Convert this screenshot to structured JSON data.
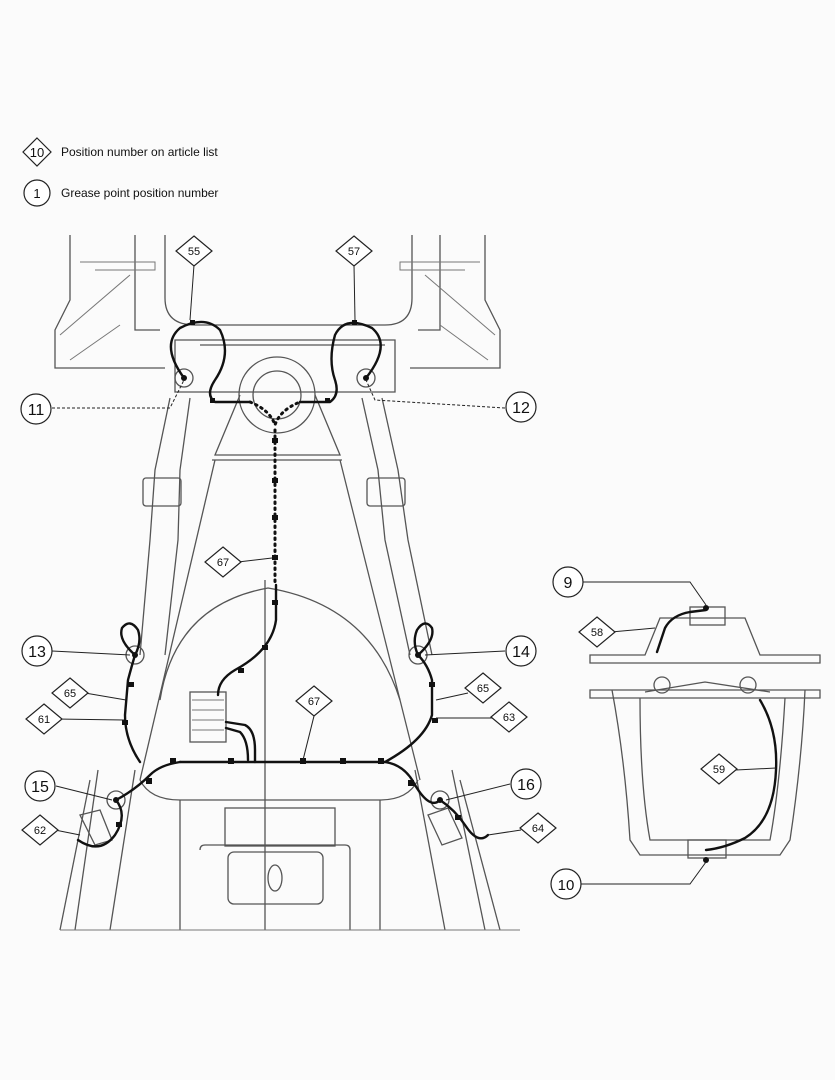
{
  "legend": {
    "article": {
      "symbol": "10",
      "text": "Position number on article list"
    },
    "grease": {
      "symbol": "1",
      "text": "Grease point position number"
    }
  },
  "article_labels": [
    "55",
    "57",
    "67",
    "67",
    "65",
    "61",
    "65",
    "63",
    "62",
    "64",
    "58",
    "59"
  ],
  "grease_labels": [
    "11",
    "12",
    "13",
    "14",
    "15",
    "16",
    "9",
    "10"
  ]
}
